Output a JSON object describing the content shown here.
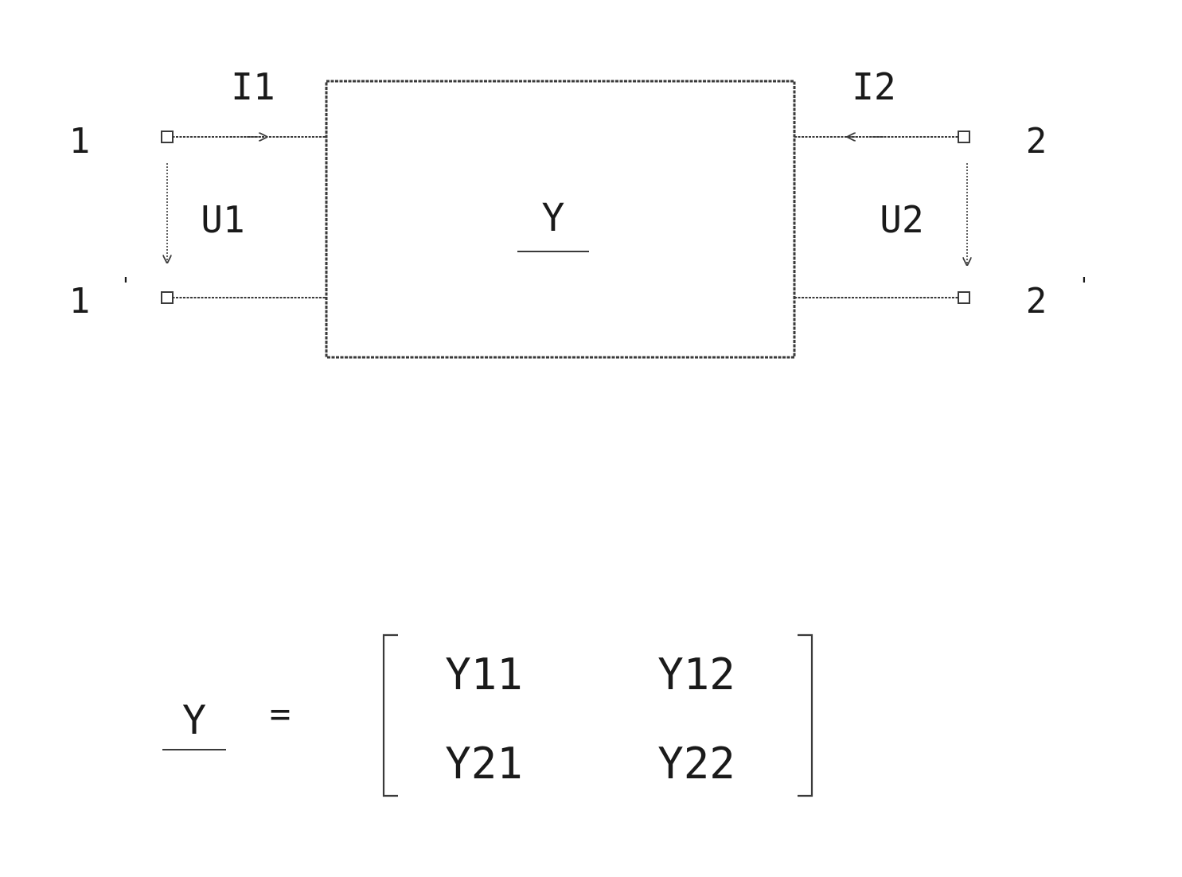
{
  "diagram": {
    "block_label": "Y",
    "current_in_label": "I1",
    "current_out_label": "I2",
    "voltage_in_label": "U1",
    "voltage_out_label": "U2",
    "port_left_top": "1",
    "port_left_bottom": "1",
    "port_left_bottom_prime": "'",
    "port_right_top": "2",
    "port_right_bottom": "2",
    "port_right_bottom_prime": "'"
  },
  "equation": {
    "lhs": "Y",
    "operator": "=",
    "matrix": [
      [
        "Y11",
        "Y12"
      ],
      [
        "Y21",
        "Y22"
      ]
    ]
  },
  "colors": {
    "ink": "#3a3a3a",
    "background": "#ffffff"
  }
}
